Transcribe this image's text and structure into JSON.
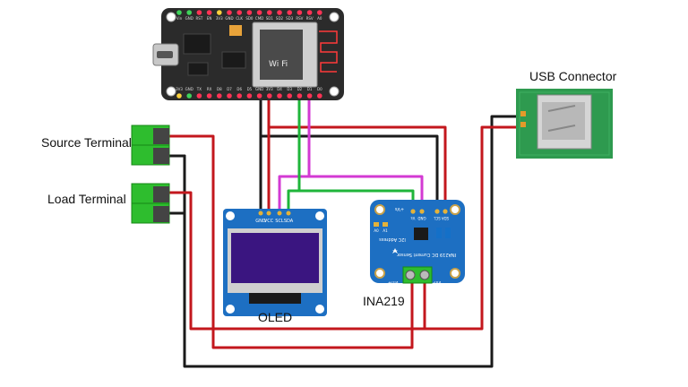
{
  "labels": {
    "source_terminal": "Source Terminal",
    "load_terminal": "Load Terminal",
    "usb_connector": "USB Connector",
    "oled": "OLED",
    "ina219": "INA219"
  },
  "esp_board": {
    "top_pins": [
      "Vin",
      "GND",
      "RST",
      "EN",
      "3V3",
      "GND",
      "CLK",
      "SD0",
      "CMD",
      "SD1",
      "SD2",
      "SD3",
      "RSV",
      "RSV",
      "A0"
    ],
    "bottom_pins": [
      "3V3",
      "GND",
      "TX",
      "RX",
      "D8",
      "D7",
      "D6",
      "D5",
      "GND",
      "3V3",
      "D4",
      "D3",
      "D2",
      "D1",
      "D0"
    ],
    "wifi_text": "Wi Fi"
  },
  "oled_pins": [
    "GND",
    "VCC",
    "SCL",
    "SDA"
  ],
  "ina219_board": {
    "top_pins": [
      "Vs",
      "GND",
      "SCL",
      "SDA"
    ],
    "addr_label": "I2C Address",
    "addr_bits": [
      "A0",
      "A1"
    ],
    "title": "INA219 DC Current Sensor",
    "vin_minus": "Vin-",
    "vin_plus": "Vin+",
    "vs_plus": "+Vs"
  },
  "colors": {
    "wire_red": "#c3171d",
    "wire_black": "#1a1a1a",
    "wire_green": "#1fb53a",
    "wire_magenta": "#d33ad3",
    "pcb_dark": "#2b2b2b",
    "pcb_blue": "#1d6fc2",
    "pcb_green": "#2e9a4f",
    "terminal_green": "#2ebd2e",
    "oled_screen": "#3a1580"
  }
}
